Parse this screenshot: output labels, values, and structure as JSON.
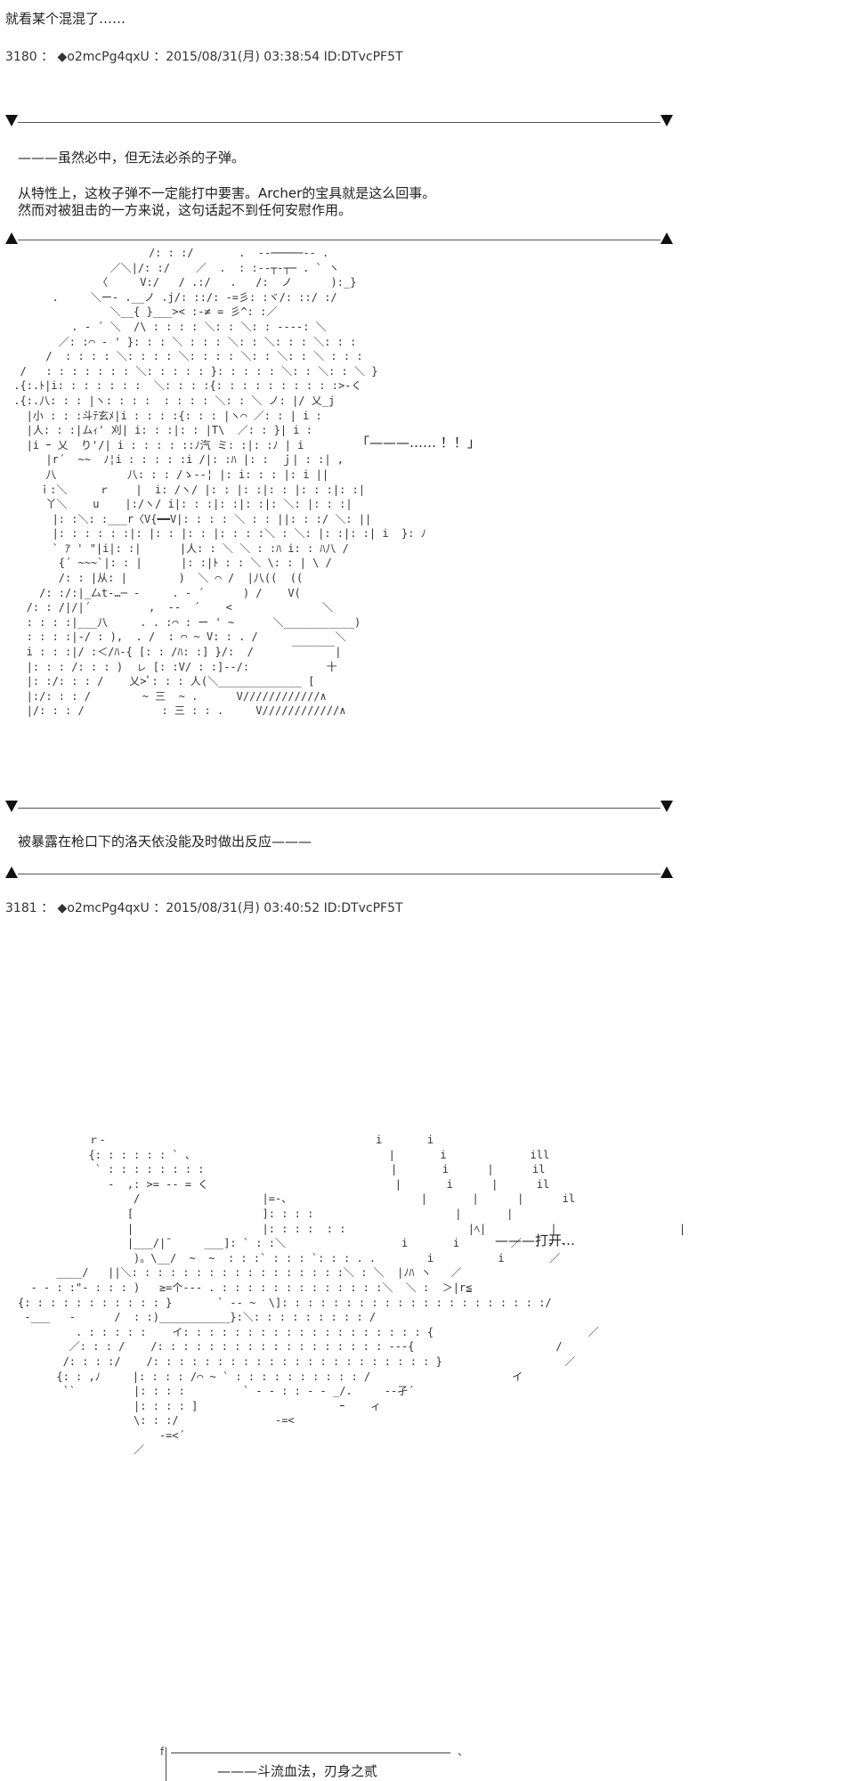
{
  "intro_line": "就看某个混混了……",
  "posts": [
    {
      "number": "3180",
      "separator": "：",
      "tripcode": "◆o2mcPg4qxU",
      "date": "：2015/08/31(月) 03:38:54",
      "id": "ID:DTvcPF5T"
    },
    {
      "number": "3181",
      "separator": "：",
      "tripcode": "◆o2mcPg4qxU",
      "date": "：2015/08/31(月) 03:40:52",
      "id": "ID:DTvcPF5T"
    }
  ],
  "narration": {
    "line1": "———虽然必中，但无法必杀的子弹。",
    "line2": "从特性上，这枚子弹不一定能打中要害。Archer的宝具就是这么回事。",
    "line3": "然而对被狙击的一方来说，这句话起不到任何安慰作用。",
    "line4": "被暴露在枪口下的洛天依没能及时做出反应———"
  },
  "dialogue": {
    "speech1": "「———…… ！！」",
    "speech2": "———打开…",
    "speech3": "———斗流血法，刃身之贰"
  },
  "ascii_art": {
    "figure1": "                      /: : :/       .  -‐─────‐- .\n                ／＼|/: :/    ／  .  : :‐‐┬‐┬─ . ` ヽ\n              〈     V:/   / .:/   .   /:  ノ      ):_}\n       .     ＼ー‐ .__ノ .j/: ::/: ‐=彡: :ヾ/: ::/ :/\n                ＼__{ }___>< :‐≠ = 彡^: :／\n          . ‐ ´ ＼  /\\ : : : : ＼: : ＼: : ‐‐‐‐: ＼\n        ／: :⌒ ‐ ' }: : : ＼ : : : ＼: : ＼: : : ＼: : :\n      /  : : : : ＼: : : : ＼: : : : ＼: : ＼: : ＼ : : :\n  /   : : : : : : : ＼: : : : : }: : : : : ＼: : ＼: : ＼ }\n .{:.ﾄ|i: : : : : : :  ＼: : : :{: : : : : : : : : :>‐く\n .{:.八: : : |ヽ: : : :  : : : : ＼: : ＼ ノ: |/ 乂_j\n   |小 : : :斗ﾃ玄ﾒ|i : : : :{: : : |ヽ⌒ ／: : | i :\n   |人: : :|ムｨ' 刈| i: : :|: : |T\\  ／: : }| i :\n   |i ｰ 乂  り'/| i : : : : ::ﾉ汽 ミ: :|: :ﾉ | i\n      |r´  ~~  ﾉ¦i : : : : :i /|: :ﾊ |: :  ｊ| : :| ,\n      八           八: : : /ゝ‐‐¦ |: i: : : |: i ||\n     ｉ:＼     ｒ    |  i: /ヽ/ |: : |: :|: : |: : :|: :|\n      丫＼    u    |:/ヽ/ i|: : :|: :|: :|: ＼: |: : :|\n       |: :＼: :___r〈V{━━V|: : : : ＼ : : ||: : :/ ＼: ||\n       |: : : : : :|: |: : |: : |: : : :＼ : ＼: |: :|: :| i  }: ﾉ\n       ` ｱ ' \"|i|: :|      |人: : ＼ ＼ : :ﾊ i: : ﾊ八 /\n        {´ ~~~`|: : |      |: :|ﾄ : : ＼ \\: : | \\ /\n        /: : |从: |        )  ＼ ⌒ /  |八((  ((\n     /: :/:|_厶t‐…─ ‐     . - ´      ) /    V(\n   /: : /|/|´         ,  -‐  ´    <              ＼\n   : : : :|___八     . . :⌒ : ー ' ~      ＼___________)\n   : : : :|‐/ : ),  . /  : ⌒ ~ V: : . /            ＼\n   i : : :|/ :＜/ﾊ‐{ [: : /ﾊ: :] }/:  /      ￣￣￣￣|\n   |: : : /: : : )  ㇾ [: :V/ : :]‐‐/:            十\n   |: :/: : : /    乂>ﾟ: : : 人(＼_____________ [\n   |:/: : : /        ~ 三  ~ .      V////////////∧\n   |/: : : /            : 三 : : .     V////////////∧",
    "figure2": "           ｒ‐                                          i       i\n           {: : : : : : ` 、                              |       i             ill\n            ` : : : : : : : :                             |       i      |      il\n              ‐  ,: >= ‐‐ = く                             |       i      |      il\n                  /                   |=‐、                    |       |      |      il\n                 [                    ]: : : :                      |       |\n                 |                    |: : : :  : :                   |ﾍ|          |                   |\n                 |___/|ˉ     ___]: ` : :＼                  i       i        ／  . ‐ ‐\n                  )。\\__/  ~  ~  : : :` : : : `: : : . .        i          i       ／\n      ____/   ||＼: : : : : : : : : : : : : : : : :＼ : ＼  |ﾉﾊ ヽ   ／\n  - ‐ : :\"‐ : : : )   ≥=个‐‐‐ . : : : : : : : : : : : : :＼  ＼ :  ＞|r≦\n{: : : : : : : : : : : }       ` ‐‐ ~  \\]: : : : : : : : : : : : : : : : : : : : :/\n ‐___   ‐      /  : :)___________}:＼: : : : : : : : : /\n         . : : : : :    イ: : : : : : : : : : : : : : : : : : : {                        ／\n        ／: : : /    /: : : : : : : : : : : : : : : : : : ‐‐‐{                      /\n       /: : : :/    /: : : : : : : : : : : : : : : : : : : : : : }                   ／\n      {: : ,ﾉ     |: : : : /⌒ ~ ` : : : : : : : : : : /                      イ\n       ``         |: : : :         ` ‐ ‐ : : ‐ ‐ _/.     ‐‐孑´\n                  |: : : : ]                      ｰ    ィ\n                  \\: : :/               ‐=<\n                      ‐=<´\n                  ／"
  }
}
